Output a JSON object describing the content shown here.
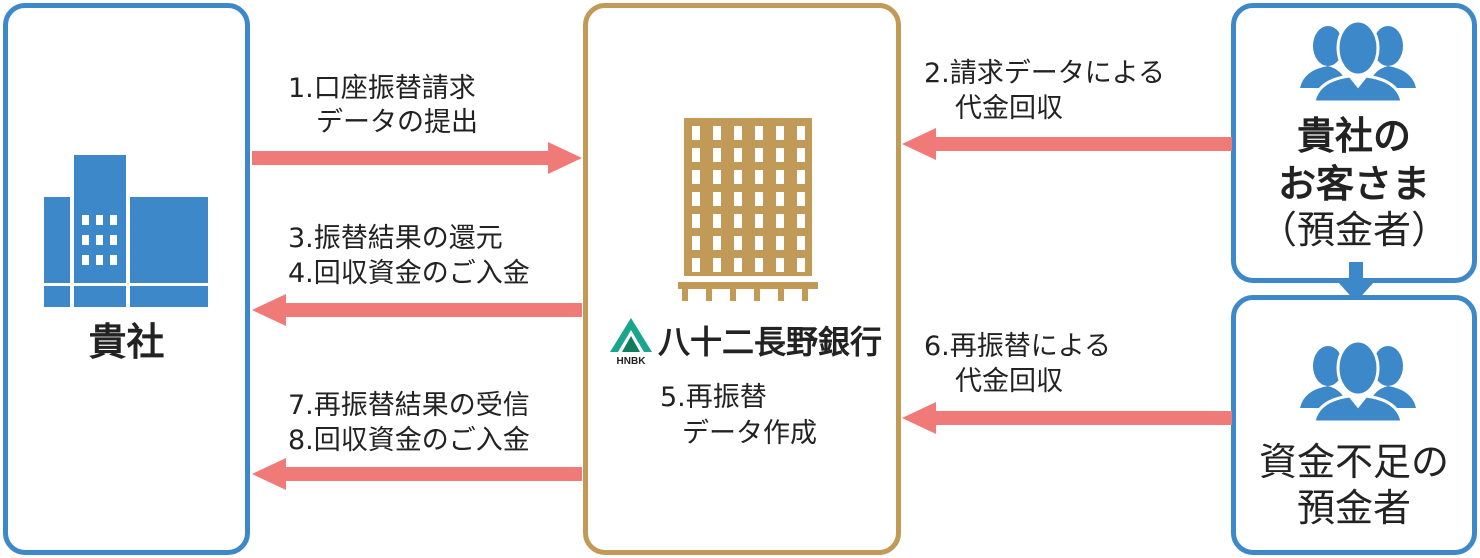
{
  "company": {
    "label": "貴社"
  },
  "bank": {
    "name": "八十二長野銀行",
    "logo_abbr": "HNBK"
  },
  "customer": {
    "line1": "貴社の",
    "line2": "お客さま",
    "line3": "（預金者）"
  },
  "shortfall": {
    "line1": "資金不足の",
    "line2": "預金者"
  },
  "steps": {
    "s1a": "1.口座振替請求",
    "s1b": "データの提出",
    "s2a": "2.請求データによる",
    "s2b": "代金回収",
    "s3": "3.振替結果の還元",
    "s4": "4.回収資金のご入金",
    "s5a": "5.再振替",
    "s5b": "データ作成",
    "s6a": "6.再振替による",
    "s6b": "代金回収",
    "s7": "7.再振替結果の受信",
    "s8": "8.回収資金のご入金"
  },
  "colors": {
    "blue": "#3d88c8",
    "gold": "#c09a56",
    "arrow": "#f07a78"
  }
}
